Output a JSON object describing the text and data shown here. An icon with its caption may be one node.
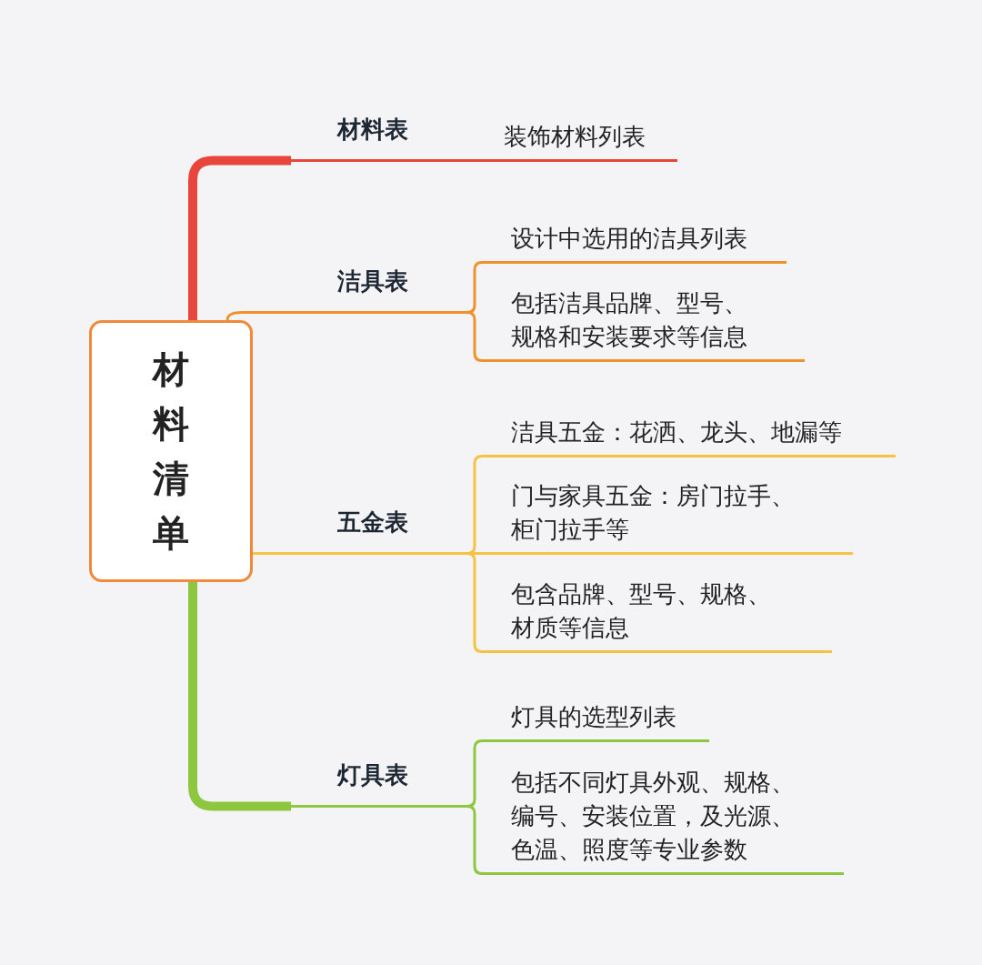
{
  "diagram": {
    "nodes": [
      {
        "text": [
          "材料清单"
        ]
      },
      {
        "text": [
          "材料表"
        ]
      },
      {
        "text": [
          "装饰材料列表"
        ]
      },
      {
        "text": [
          "洁具表"
        ]
      },
      {
        "text": [
          "设计中选用的洁具列表"
        ]
      },
      {
        "text": [
          "包括洁具品牌、型号、规格和安装要求等信息"
        ]
      },
      {
        "text": [
          "五金表"
        ]
      },
      {
        "text": [
          "洁具五金：花洒、龙头、地漏等"
        ]
      },
      {
        "text": [
          "门与家具五金：房门拉手、柜门拉手等"
        ]
      },
      {
        "text": [
          "包含品牌、型号、规格、材质等信息"
        ]
      },
      {
        "text": [
          "灯具表"
        ]
      },
      {
        "text": [
          "灯具的选型列表"
        ]
      },
      {
        "text": [
          "包括不同灯具外观、规格、编号、安装位置，及光源、色温、照度等专业参数"
        ]
      }
    ],
    "edges": [
      {
        "from": 0,
        "to": 1,
        "arrow": "none",
        "style": "thick",
        "color": "#e8453c"
      },
      {
        "from": 1,
        "to": 2,
        "arrow": "none",
        "color": "#e8453c"
      },
      {
        "from": 0,
        "to": 3,
        "arrow": "none",
        "color": "#f0922b"
      },
      {
        "from": 3,
        "to": 4,
        "arrow": "none",
        "color": "#f0922b"
      },
      {
        "from": 3,
        "to": 5,
        "arrow": "none",
        "color": "#f0922b"
      },
      {
        "from": 0,
        "to": 6,
        "arrow": "none",
        "color": "#f5c342"
      },
      {
        "from": 6,
        "to": 7,
        "arrow": "none",
        "color": "#f5c342"
      },
      {
        "from": 6,
        "to": 8,
        "arrow": "none",
        "color": "#f5c342"
      },
      {
        "from": 6,
        "to": 9,
        "arrow": "none",
        "color": "#f5c342"
      },
      {
        "from": 0,
        "to": 10,
        "arrow": "none",
        "style": "thick",
        "color": "#8dc63f"
      },
      {
        "from": 10,
        "to": 11,
        "arrow": "none",
        "color": "#8dc63f"
      },
      {
        "from": 10,
        "to": 12,
        "arrow": "none",
        "color": "#8dc63f"
      }
    ]
  }
}
